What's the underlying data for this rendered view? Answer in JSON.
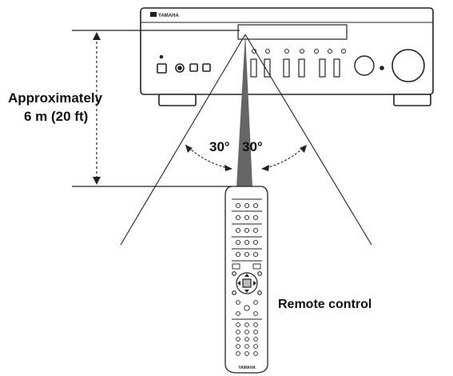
{
  "labels": {
    "distance_line1": "Approximately",
    "distance_line2": "6 m (20 ft)",
    "angle_left": "30°",
    "angle_right": "30°",
    "remote": "Remote control",
    "brand": "YAMAHA"
  },
  "colors": {
    "line": "#222222",
    "beam": "#666666",
    "body": "#ffffff"
  }
}
